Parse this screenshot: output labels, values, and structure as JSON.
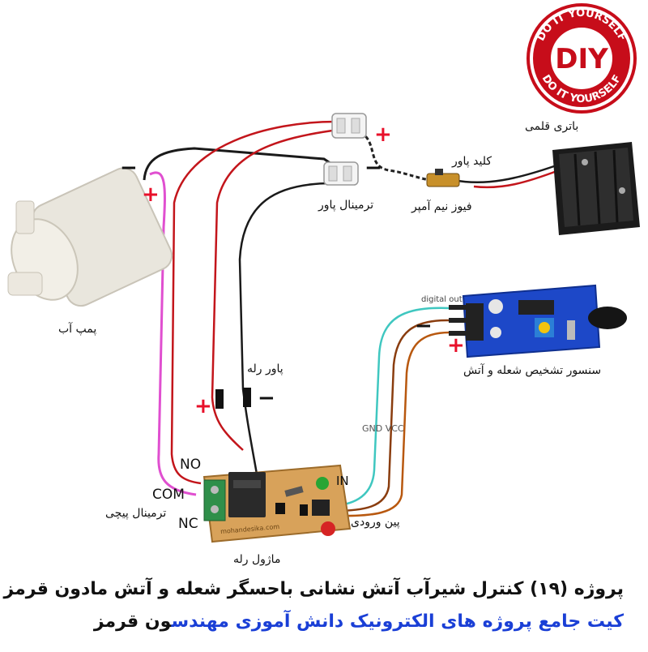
{
  "logo": {
    "top_text": "DO IT YOURSELF",
    "center_text": "DIY",
    "bottom_text": "DO IT YOURSELF"
  },
  "labels": {
    "battery": "باتری قلمی",
    "power_switch": "کلید پاور",
    "fuse": "فیوز نیم آمپر",
    "power_terminal": "ترمینال پاور",
    "pump": "پمپ آب",
    "relay_power": "پاور رله",
    "no": "NO",
    "com": "COM",
    "nc": "NC",
    "screw_terminal": "ترمینال پیچی",
    "relay_module": "ماژول رله",
    "input_pin": "پین ورودی",
    "in": "IN",
    "gnd_vcc": "GND VCC",
    "digital_out": "digital out",
    "sensor": "سنسور تشخیص شعله و آتش",
    "relay_brand": "mohandesika.com"
  },
  "signs": {
    "plus": "+",
    "minus": "−"
  },
  "footer": {
    "line1": "پروژه (۱۹) کنترل شیرآب آتش نشانی باحسگر شعله و آتش مادون قرمز",
    "line2_blue": "کیت جامع پروژه های الکترونیک دانش آموزی مهندس",
    "line2_tail": "ون قرمز"
  },
  "colors": {
    "red_sign": "#e8102a",
    "footer_blue": "#1a3fd6",
    "wire_red": "#c3151b",
    "wire_black": "#1a1a1a",
    "wire_pink": "#e04fd0",
    "wire_cyan": "#3fc7c0",
    "wire_brown": "#8a3d0f"
  }
}
